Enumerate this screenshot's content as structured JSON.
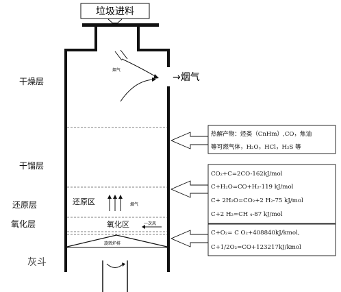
{
  "title": "",
  "feed_box_label": "垃圾进料",
  "flue_gas_outlet_label": "→烟气",
  "zones": {
    "drying": "干燥层",
    "dry_distillation": "干馏层",
    "reduction": "还原层",
    "oxidation": "氧化层",
    "ash_hopper": "灰斗"
  },
  "inner": {
    "top_flue_gas": "烟气",
    "reduction_zone": "还原区",
    "reduction_flue_gas": "烟气",
    "oxidation_zone": "氧化区",
    "primary_air": "一次风",
    "rotating_grate": "旋转炉排"
  },
  "callouts": {
    "pyrolysis": [
      "热解产物：烃类（CnHm）,CO，焦油",
      "等可燃气体，H₂O，HCl，H₂S 等"
    ],
    "reduction": [
      "CO₂+C=2CO-162kJ/mol",
      "C+H₂O=CO+H₂-119 kJ/mol",
      "C+ 2H₂O=CO₂+2 H₂-75 kJ/mol",
      "C+2 H₂=CH ₄-87 kJ/mol"
    ],
    "oxidation": [
      "C+O₂= C O₂+408840kJ/kmol,",
      "C+1/2O₂=CO+123217kJ/kmol"
    ]
  },
  "colors": {
    "line": "#111111",
    "dash": "#555555",
    "background": "#ffffff"
  }
}
